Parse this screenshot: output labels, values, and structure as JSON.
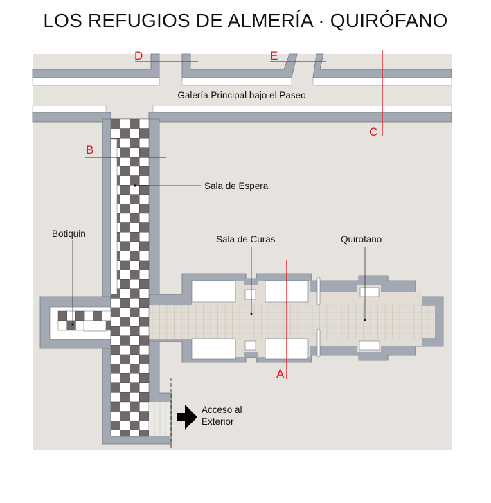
{
  "title": "LOS REFUGIOS DE ALMERÍA · QUIRÓFANO",
  "labels": {
    "gallery": "Galería Principal bajo el Paseo",
    "waiting_room": "Sala de Espera",
    "first_aid": "Botiquin",
    "treatment_room": "Sala de Curas",
    "operating_room": "Quirofano",
    "exit_line1": "Acceso al",
    "exit_line2": "Exterior"
  },
  "sections": {
    "a": "A",
    "b": "B",
    "c": "C",
    "d": "D",
    "e": "E"
  },
  "colors": {
    "background": "#e6e3de",
    "wall": "#a3a9b3",
    "wall_edge": "#6e7480",
    "section_line": "#e0141b",
    "tile_dark": "#6f6a69",
    "floor": "#e2ddd4"
  }
}
